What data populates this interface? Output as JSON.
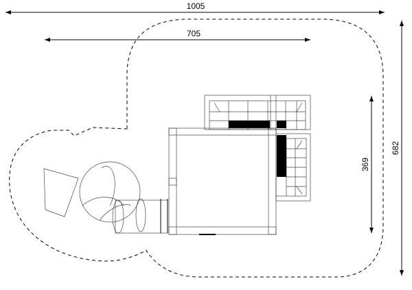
{
  "dimensions": {
    "overall_width": "1005",
    "equipment_width": "705",
    "equipment_depth": "369",
    "overall_depth": "682"
  },
  "colors": {
    "line": "#000000",
    "background": "#ffffff"
  }
}
